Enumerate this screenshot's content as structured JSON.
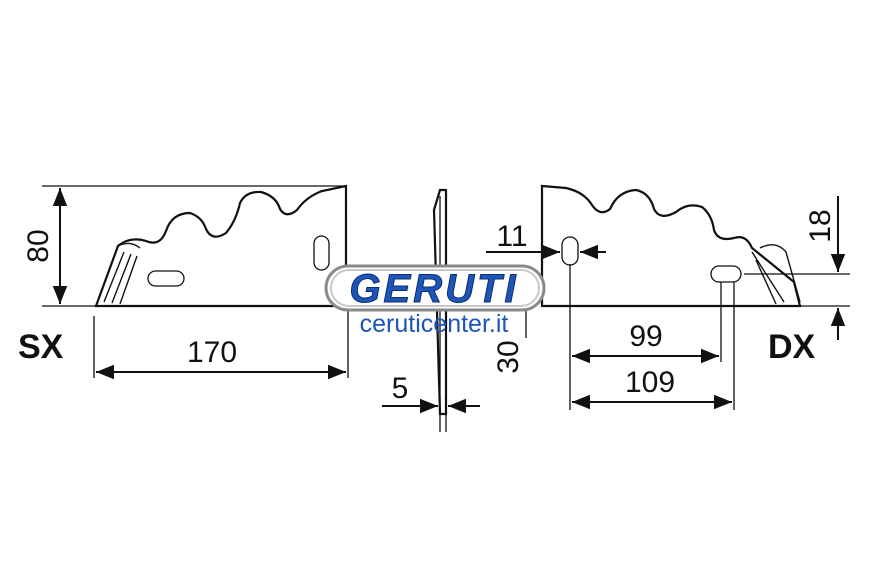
{
  "labels": {
    "left_side": "SX",
    "right_side": "DX"
  },
  "dimensions": {
    "height_left": "80",
    "length_left": "170",
    "thickness": "5",
    "bevel": "30",
    "hole_width": "11",
    "hole_height": "18",
    "hole_distance_1": "99",
    "hole_distance_2": "109"
  },
  "watermark": {
    "brand": "GERUTI",
    "url": "ceruticenter.it",
    "colors": {
      "brand_fill": "#1d55b8",
      "brand_outline": "#7a7a7a",
      "url": "#1d55b8"
    }
  }
}
